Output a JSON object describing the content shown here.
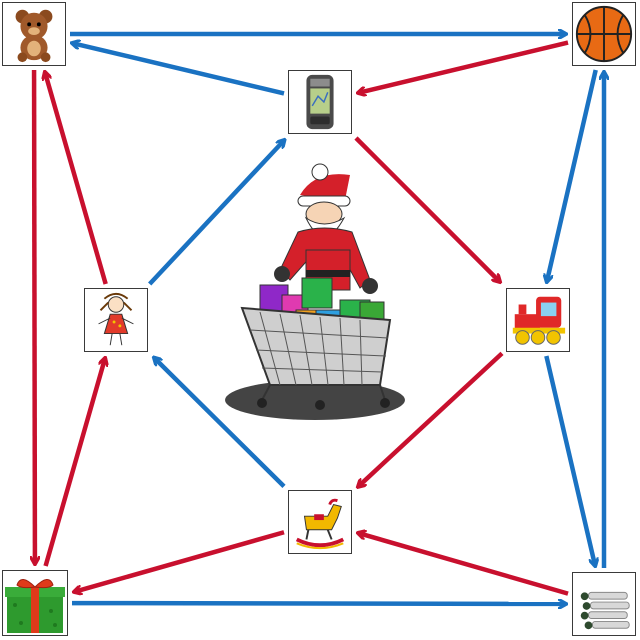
{
  "diagram": {
    "colors": {
      "blue": "#1a72c2",
      "red": "#c8102e"
    },
    "nodes": [
      {
        "id": "teddy",
        "icon": "teddy-bear-icon"
      },
      {
        "id": "basketball",
        "icon": "basketball-icon"
      },
      {
        "id": "gps",
        "icon": "gps-device-icon"
      },
      {
        "id": "train",
        "icon": "toy-train-icon"
      },
      {
        "id": "doll",
        "icon": "doll-icon"
      },
      {
        "id": "horse",
        "icon": "rocking-horse-icon"
      },
      {
        "id": "gift",
        "icon": "gift-box-icon"
      },
      {
        "id": "tubes",
        "icon": "test-tubes-icon"
      }
    ],
    "center": {
      "icon": "santa-shopping-cart-icon"
    },
    "edges": [
      {
        "from": "teddy",
        "to": "basketball",
        "color": "blue"
      },
      {
        "from": "teddy",
        "to": "gift",
        "color": "red"
      },
      {
        "from": "basketball",
        "to": "gps",
        "color": "red"
      },
      {
        "from": "basketball",
        "to": "train",
        "color": "blue"
      },
      {
        "from": "gps",
        "to": "teddy",
        "color": "blue"
      },
      {
        "from": "gps",
        "to": "train",
        "color": "red"
      },
      {
        "from": "doll",
        "to": "gps",
        "color": "blue"
      },
      {
        "from": "doll",
        "to": "teddy",
        "color": "red"
      },
      {
        "from": "train",
        "to": "tubes",
        "color": "blue"
      },
      {
        "from": "train",
        "to": "horse",
        "color": "red"
      },
      {
        "from": "horse",
        "to": "doll",
        "color": "blue"
      },
      {
        "from": "horse",
        "to": "gift",
        "color": "red"
      },
      {
        "from": "gift",
        "to": "doll",
        "color": "red"
      },
      {
        "from": "gift",
        "to": "tubes",
        "color": "blue"
      },
      {
        "from": "tubes",
        "to": "horse",
        "color": "red"
      },
      {
        "from": "tubes",
        "to": "basketball",
        "color": "blue"
      }
    ]
  }
}
